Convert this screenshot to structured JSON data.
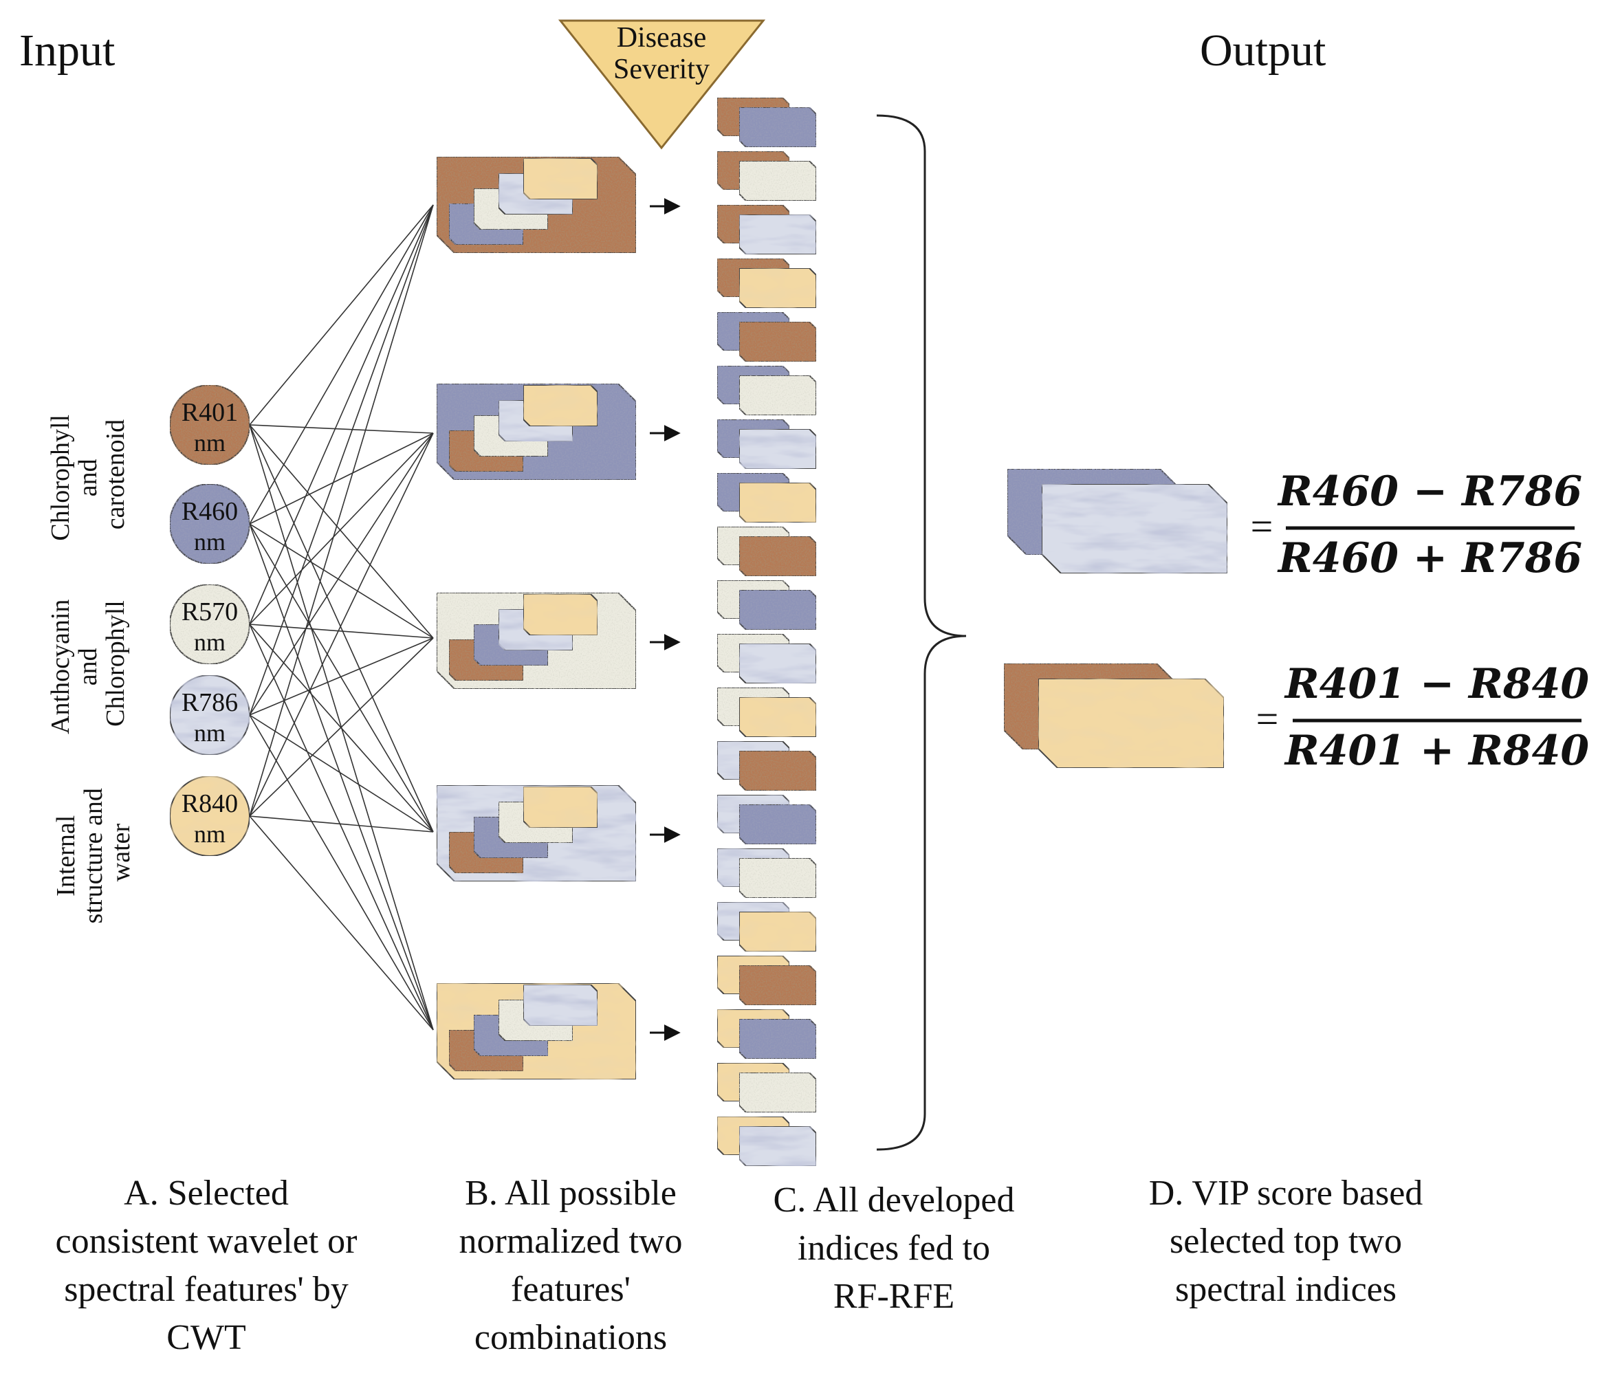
{
  "headings": {
    "input": "Input",
    "output": "Output"
  },
  "severity": {
    "line1": "Disease",
    "line2": "Severity"
  },
  "groups": [
    {
      "lines": [
        "Chlorophyll",
        "and",
        "carotenoid"
      ]
    },
    {
      "lines": [
        "Anthocyanin",
        "and",
        "Chlorophyll"
      ]
    },
    {
      "lines": [
        "Internal",
        "structure and",
        "water"
      ]
    }
  ],
  "wavelengths": [
    {
      "band": "R401",
      "unit": "nm",
      "texture": "brown"
    },
    {
      "band": "R460",
      "unit": "nm",
      "texture": "blue"
    },
    {
      "band": "R570",
      "unit": "nm",
      "texture": "white"
    },
    {
      "band": "R786",
      "unit": "nm",
      "texture": "marble"
    },
    {
      "band": "R840",
      "unit": "nm",
      "texture": "tan"
    }
  ],
  "formulas": [
    {
      "numerator": "R460 − R786",
      "denominator": "R460 + R786",
      "front": "marble",
      "back": "blue"
    },
    {
      "numerator": "R401 − R840",
      "denominator": "R401 + R840",
      "front": "tan",
      "back": "brown"
    }
  ],
  "captions": {
    "a": [
      "A. Selected",
      "consistent wavelet or",
      "spectral features' by",
      "CWT"
    ],
    "b": [
      "B. All possible",
      "normalized two",
      "features'",
      "combinations"
    ],
    "c": [
      "C. All developed",
      "indices fed to",
      "RF-RFE"
    ],
    "d": [
      "D. VIP score based",
      "selected top two",
      "spectral indices"
    ]
  },
  "colors": {
    "brown": "#b57a55",
    "blue": "#8e94b8",
    "white": "#ecebe0",
    "marble": "#d9dde9",
    "tan": "#f3d9a4",
    "triangle": "#f4d58c"
  }
}
